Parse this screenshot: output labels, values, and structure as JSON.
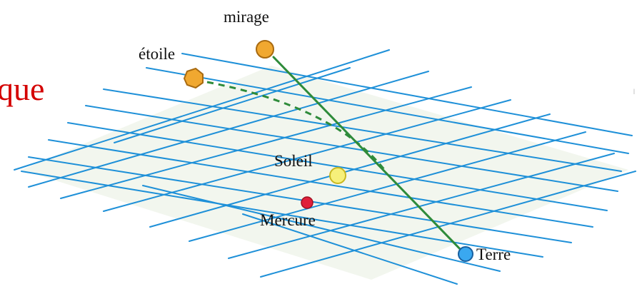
{
  "header": {
    "cut_label": "que"
  },
  "labels": {
    "mirage": "mirage",
    "etoile": "étoile",
    "soleil": "Soleil",
    "mercure": "Mercure",
    "terre": "Terre"
  },
  "edge_mark": "ı",
  "colors": {
    "grid": "#1e90d8",
    "grid_shadow": "#e8eee0",
    "light_path": "#2e8b3a",
    "cut_label": "#d40000",
    "star": "#f0a830",
    "star_stroke": "#a86a10",
    "sun": "#f6f07a",
    "sun_stroke": "#c8b820",
    "mercury": "#e0203a",
    "earth": "#3aa8f0",
    "earth_stroke": "#1860a0"
  },
  "icons": {
    "mirage": "orange-circle-icon",
    "etoile": "orange-hexagon-icon",
    "soleil": "yellow-sun-icon",
    "mercure": "red-dot-icon",
    "terre": "blue-planet-icon"
  }
}
